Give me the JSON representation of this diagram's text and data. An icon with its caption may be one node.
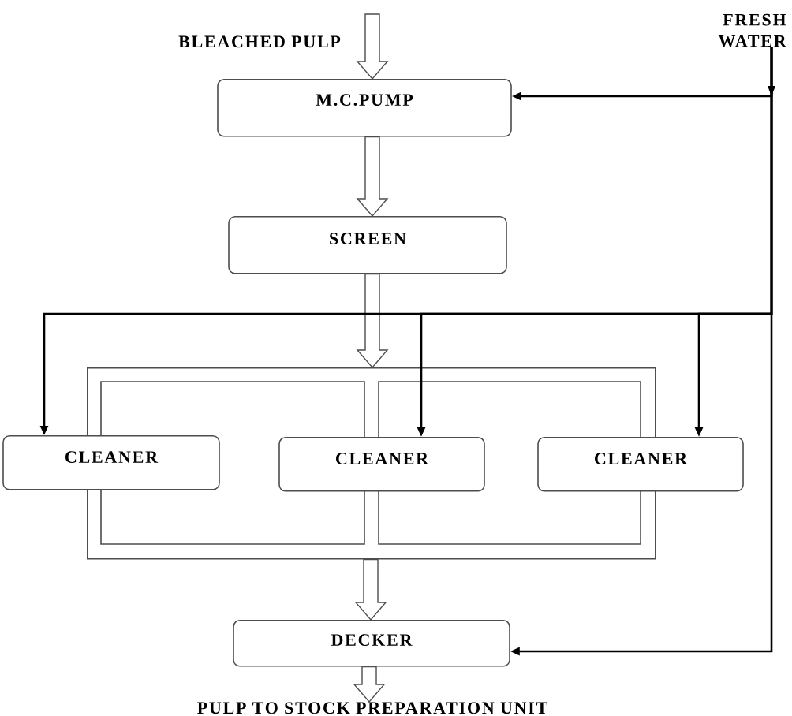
{
  "diagram": {
    "nodes": [
      {
        "text": [
          "M.C.PUMP"
        ]
      },
      {
        "text": [
          "FRESH WATER"
        ]
      },
      {
        "text": [
          "SCREEN"
        ]
      },
      {
        "text": [],
        "shape": "box"
      },
      {
        "text": [
          "CLEANER"
        ]
      },
      {
        "text": [
          "CLEANER"
        ],
        "in": 3
      },
      {
        "text": [
          "CLEANER"
        ]
      },
      {
        "text": [
          "DECKER"
        ]
      },
      {
        "text": [
          "PULP TO STOCK PREPARATION UNIT"
        ]
      }
    ],
    "edges": [
      {
        "from": null,
        "to": 0,
        "arrow": "to",
        "label": "BLEACHED PULP",
        "style": "thick"
      },
      {
        "from": 0,
        "to": 2,
        "arrow": "to",
        "style": "thick"
      },
      {
        "from": 2,
        "to": 3,
        "arrow": "to",
        "style": "thick"
      },
      {
        "from": 3,
        "to": 7,
        "arrow": "to",
        "style": "thick"
      },
      {
        "from": 7,
        "to": 8,
        "arrow": "to",
        "style": "thick"
      },
      {
        "from": 1,
        "to": 0,
        "arrow": "to"
      },
      {
        "from": 1,
        "to": 4,
        "arrow": "to"
      },
      {
        "from": 1,
        "to": 5,
        "arrow": "to"
      },
      {
        "from": 1,
        "to": 6,
        "arrow": "to"
      },
      {
        "from": 1,
        "to": 7,
        "arrow": "to"
      }
    ]
  }
}
